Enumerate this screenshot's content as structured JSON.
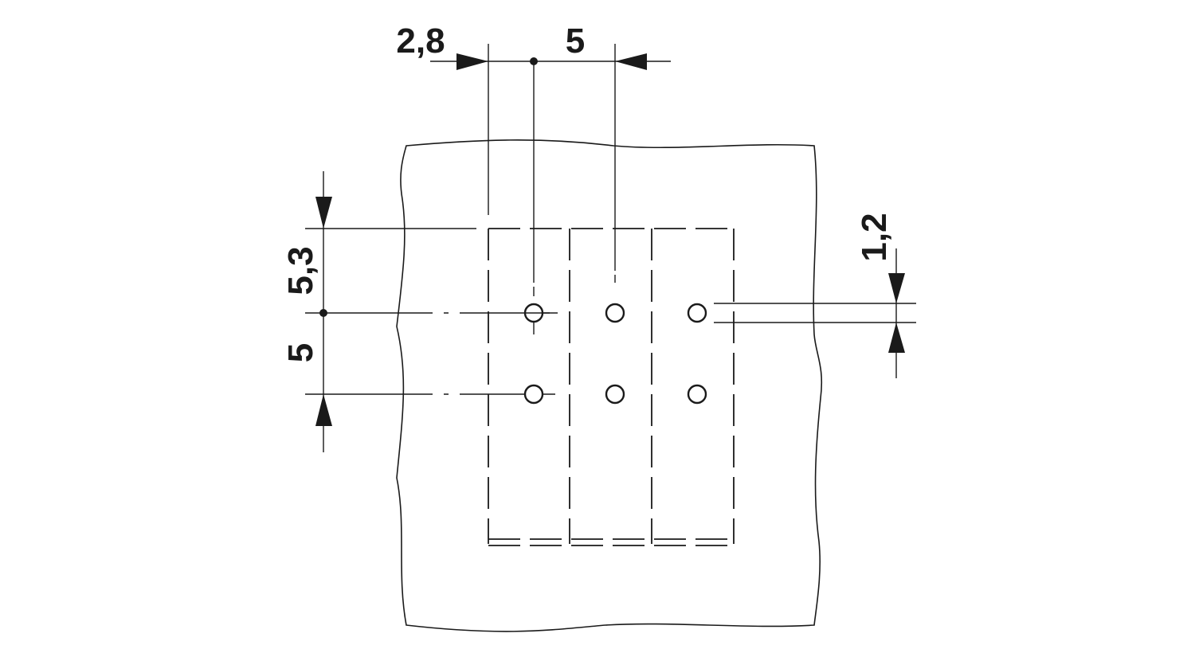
{
  "drawing": {
    "ink_color": "#1a1a1a",
    "background": "#ffffff",
    "dimensions": {
      "pin_offset": "2,8",
      "pitch_horizontal": "5",
      "edge_offset": "5,3",
      "pitch_vertical": "5",
      "hole_diameter": "1,2"
    },
    "pin_grid": {
      "columns": 3,
      "rows": 2
    }
  }
}
